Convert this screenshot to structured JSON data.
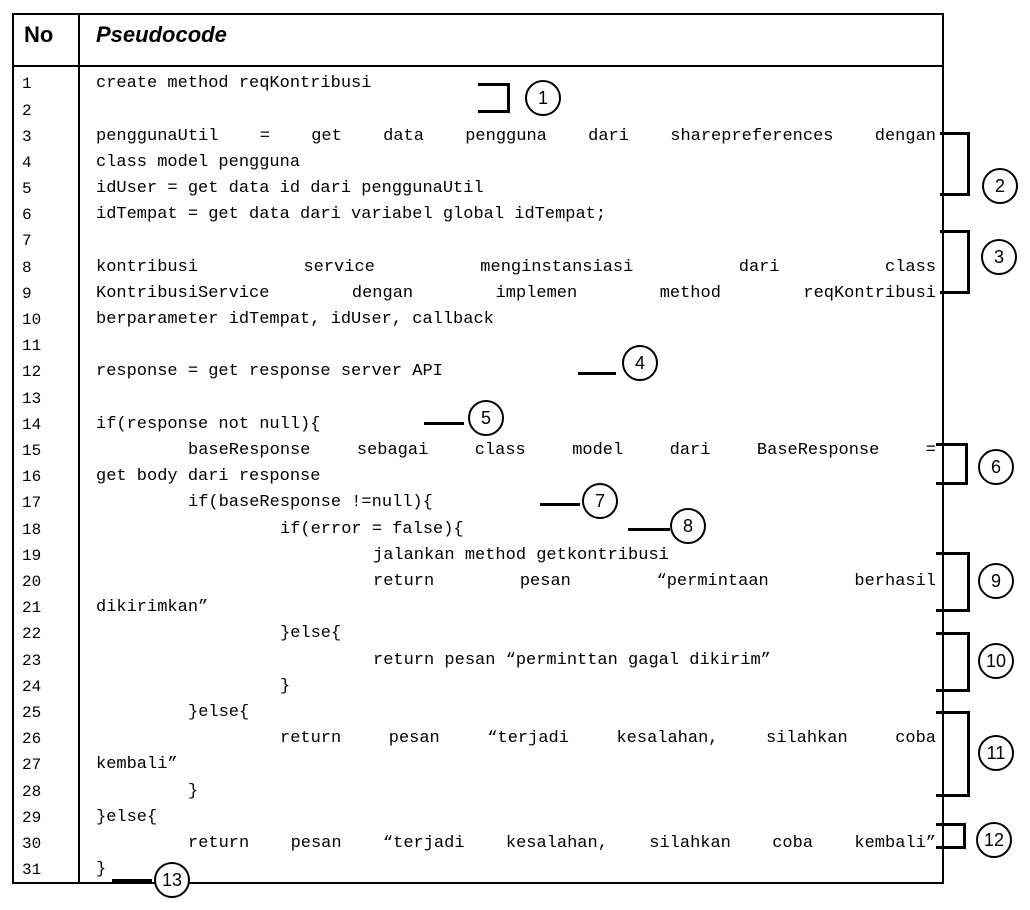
{
  "header": {
    "no": "No",
    "code": "Pseudocode"
  },
  "line_numbers": [
    "1",
    "2",
    "3",
    "4",
    "5",
    "6",
    "7",
    "8",
    "9",
    "10",
    "11",
    "12",
    "13",
    "14",
    "15",
    "16",
    "17",
    "18",
    "19",
    "20",
    "21",
    "22",
    "23",
    "24",
    "25",
    "26",
    "27",
    "28",
    "29",
    "30",
    "31"
  ],
  "code": {
    "l1": "create method reqKontribusi",
    "l3": "penggunaUtil = get data pengguna dari sharepreferences dengan",
    "l4": "class model pengguna",
    "l5": "idUser = get data id dari penggunaUtil",
    "l6": "idTempat = get data dari variabel global idTempat;",
    "l8": "kontribusi service menginstansiasi dari class",
    "l9": "KontribusiService dengan implemen method reqKontribusi",
    "l10": "berparameter idTempat, idUser, callback",
    "l12": "response = get response server API",
    "l14": "if(response not null){",
    "l15": "baseResponse sebagai class model dari BaseResponse =",
    "l16": "get body dari response",
    "l17": "if(baseResponse !=null){",
    "l18": "if(error = false){",
    "l19": "jalankan method getkontribusi",
    "l20": "return pesan “permintaan berhasil",
    "l21": "dikirimkan”",
    "l22": "}else{",
    "l23": "return pesan “perminttan gagal dikirim”",
    "l24": "}",
    "l25": "}else{",
    "l26": "return pesan “terjadi kesalahan, silahkan coba",
    "l27": "kembali”",
    "l28": "}",
    "l29": "}else{",
    "l30": "return pesan “terjadi kesalahan, silahkan coba kembali”",
    "l31": "}"
  },
  "annotations": [
    "1",
    "2",
    "3",
    "4",
    "5",
    "6",
    "7",
    "8",
    "9",
    "10",
    "11",
    "12",
    "13"
  ]
}
